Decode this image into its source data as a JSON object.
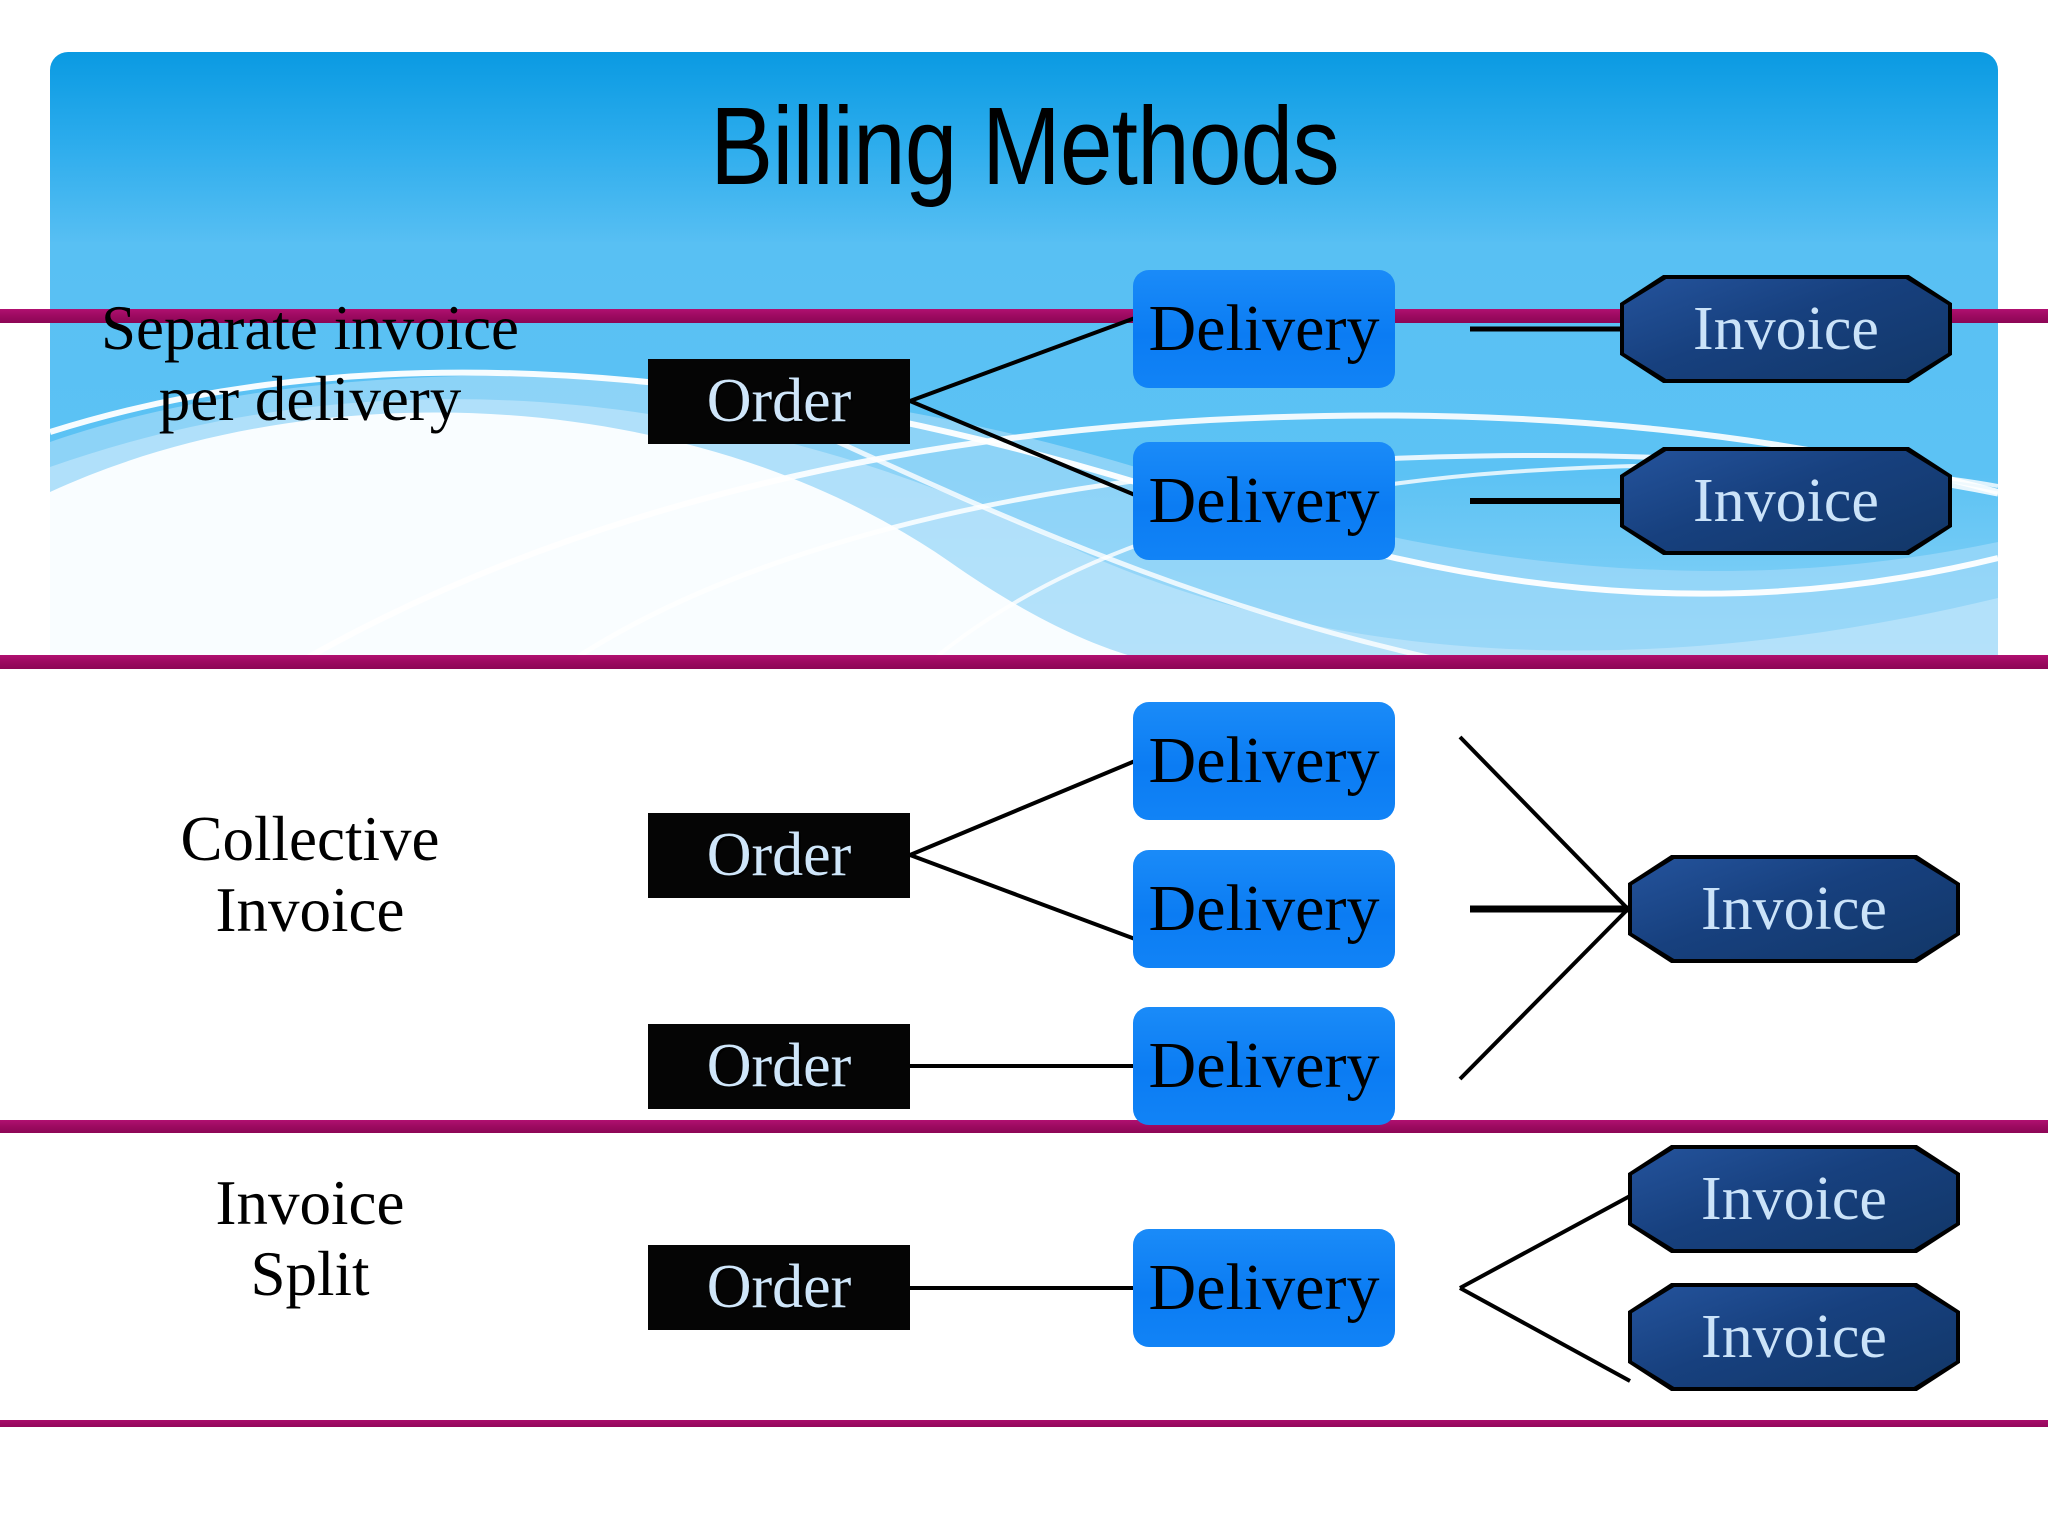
{
  "slide": {
    "title": "Billing Methods",
    "accent_magenta": "#9c0a60",
    "banner_blue_top": "#0a9ae2",
    "banner_blue_bottom": "#57bff3",
    "order_fill": "#050505",
    "delivery_fill": "#0b7cf3",
    "invoice_fill": "#17407e",
    "node_text_light": "#cbe3f9"
  },
  "rows": [
    {
      "label_line1": "Separate invoice",
      "label_line2": "per delivery",
      "orders": [
        {
          "label": "Order"
        }
      ],
      "deliveries": [
        {
          "label": "Delivery"
        },
        {
          "label": "Delivery"
        }
      ],
      "invoices": [
        {
          "label": "Invoice"
        },
        {
          "label": "Invoice"
        }
      ]
    },
    {
      "label_line1": "Collective",
      "label_line2": "Invoice",
      "orders": [
        {
          "label": "Order"
        },
        {
          "label": "Order"
        }
      ],
      "deliveries": [
        {
          "label": "Delivery"
        },
        {
          "label": "Delivery"
        },
        {
          "label": "Delivery"
        }
      ],
      "invoices": [
        {
          "label": "Invoice"
        }
      ]
    },
    {
      "label_line1": "Invoice",
      "label_line2": "Split",
      "orders": [
        {
          "label": "Order"
        }
      ],
      "deliveries": [
        {
          "label": "Delivery"
        }
      ],
      "invoices": [
        {
          "label": "Invoice"
        },
        {
          "label": "Invoice"
        }
      ]
    }
  ]
}
